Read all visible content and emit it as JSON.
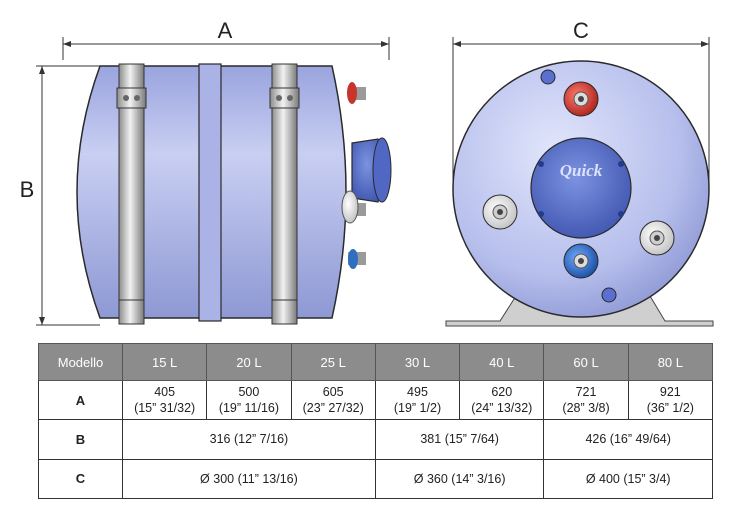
{
  "dimension_labels": {
    "a": "A",
    "b": "B",
    "c": "C"
  },
  "logo_text": "Quick",
  "table": {
    "header": [
      "Modello",
      "15 L",
      "20 L",
      "25 L",
      "30 L",
      "40 L",
      "60 L",
      "80 L"
    ],
    "row_a": {
      "label": "A",
      "cells": [
        [
          "405",
          "(15” 31/32)"
        ],
        [
          "500",
          "(19” 11/16)"
        ],
        [
          "605",
          "(23” 27/32)"
        ],
        [
          "495",
          "(19” 1/2)"
        ],
        [
          "620",
          "(24” 13/32)"
        ],
        [
          "721",
          "(28” 3/8)"
        ],
        [
          "921",
          "(36” 1/2)"
        ]
      ]
    },
    "row_b": {
      "label": "B",
      "groups": [
        "316 (12” 7/16)",
        "381 (15” 7/64)",
        "426 (16” 49/64)"
      ]
    },
    "row_c": {
      "label": "C",
      "groups": [
        "Ø 300 (11” 13/16)",
        "Ø 360 (14” 3/16)",
        "Ø 400 (15” 3/4)"
      ]
    }
  },
  "colors": {
    "tank_body": "#b9c1ea",
    "tank_cap": "#4a63c0",
    "header_bg": "#8c8c8c",
    "hot_fitting": "#c8342c",
    "cold_fitting": "#2f6fc0"
  }
}
